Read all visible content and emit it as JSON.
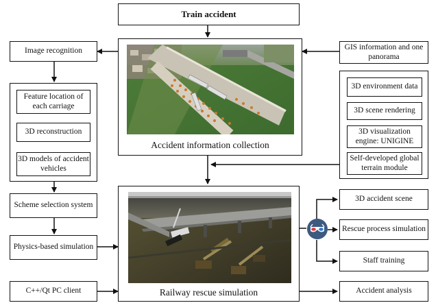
{
  "title": "Train accident",
  "left": {
    "image_recognition": "Image recognition",
    "recognition_steps": [
      "Feature location of each carriage",
      "3D reconstruction",
      "3D models of accident vehicles"
    ],
    "scheme_selection": "Scheme selection system",
    "physics_simulation": "Physics-based simulation",
    "client": "C++/Qt PC client"
  },
  "collection": {
    "caption": "Accident information collection",
    "gis": "GIS information and one panorama"
  },
  "modules": [
    "3D environment data",
    "3D scene rendering",
    "3D visualization engine: UNIGINE",
    "Self-developed global terrain module"
  ],
  "simulation": {
    "caption": "Railway rescue simulation"
  },
  "outputs": [
    "3D accident scene",
    "Rescue process simulation",
    "Staff training",
    "Accident analysis"
  ],
  "icons": {
    "collection_image": "aerial-photo-of-train-accident",
    "simulation_image": "3d-rendered-rescue-scene",
    "glasses": "3d-glasses-icon"
  },
  "colors": {
    "border": "#111111",
    "glasses_badge": "#3d5a80",
    "lens_left": "#e23b3b",
    "lens_right": "#2e7bd6"
  }
}
